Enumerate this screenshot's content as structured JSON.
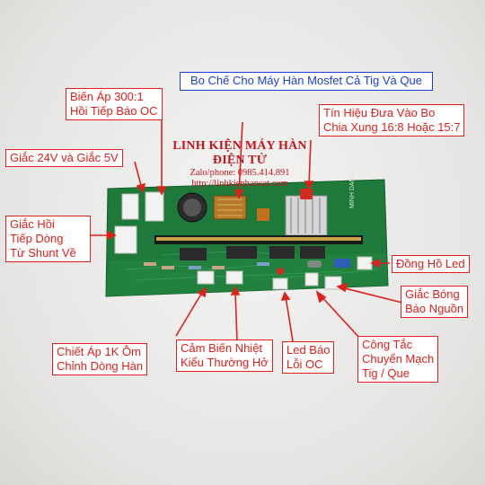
{
  "title": "Bo Chế Cho Máy Hàn Mosfet Cả Tig Và Que",
  "watermark": {
    "brand": "LINH KIỆN MÁY HÀN ĐIỆN TỬ",
    "phone": "Zalo/phone: 0985.414.891",
    "site": "http://linhkienhancat.com"
  },
  "labels": {
    "bien_ap": [
      "Biến Áp 300:1",
      "Hồi Tiếp Báo OC"
    ],
    "tin_hieu": [
      "Tín Hiệu Đưa Vào Bo",
      "Chia Xung 16:8 Hoặc 15:7"
    ],
    "giac_24v": [
      "Giắc 24V và Giắc 5V"
    ],
    "giac_hoi": [
      "Giắc Hồi",
      "Tiếp Dòng",
      "Từ Shunt Về"
    ],
    "dong_ho": [
      "Đồng Hồ Led"
    ],
    "giac_bong": [
      "Giắc Bóng",
      "Báo Nguồn"
    ],
    "chiet_ap": [
      "Chiết Áp 1K Ôm",
      "Chỉnh Dòng Hàn"
    ],
    "cam_bien": [
      "Cảm Biến Nhiệt",
      "Kiểu Thường Hở"
    ],
    "led_bao": [
      "Led Báo",
      "Lỗi OC"
    ],
    "cong_tac": [
      "Công Tắc",
      "Chuyển Mạch",
      "Tig / Que"
    ]
  },
  "board_silkscreen": "MINH DANG",
  "colors": {
    "label": "#e0201b",
    "title": "#1a3fd6",
    "pcb": "#1f7a3a"
  }
}
